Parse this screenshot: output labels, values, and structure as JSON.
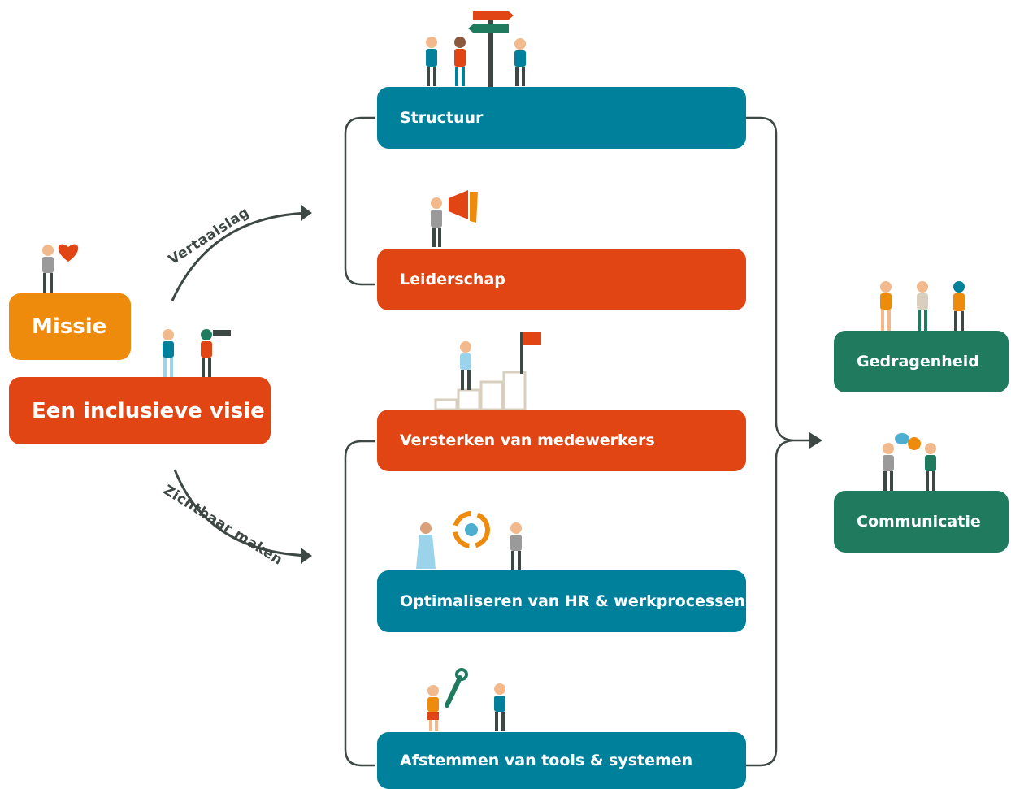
{
  "left": {
    "mission": "Missie",
    "vision": "Een inclusieve visie"
  },
  "arrows": {
    "up_label": "Vertaalslag",
    "down_label": "Zichtbaar maken"
  },
  "middle": [
    {
      "label": "Structuur"
    },
    {
      "label": "Leiderschap"
    },
    {
      "label": "Versterken van medewerkers"
    },
    {
      "label": "Optimaliseren van HR & werkprocessen"
    },
    {
      "label": "Afstemmen van tools & systemen"
    }
  ],
  "right": [
    {
      "label": "Gedragenheid"
    },
    {
      "label": "Communicatie"
    }
  ],
  "colors": {
    "teal": "#00809a",
    "orange_red": "#e24514",
    "orange": "#ee8a0c",
    "green": "#1f7a5e",
    "dark": "#3d4743"
  }
}
